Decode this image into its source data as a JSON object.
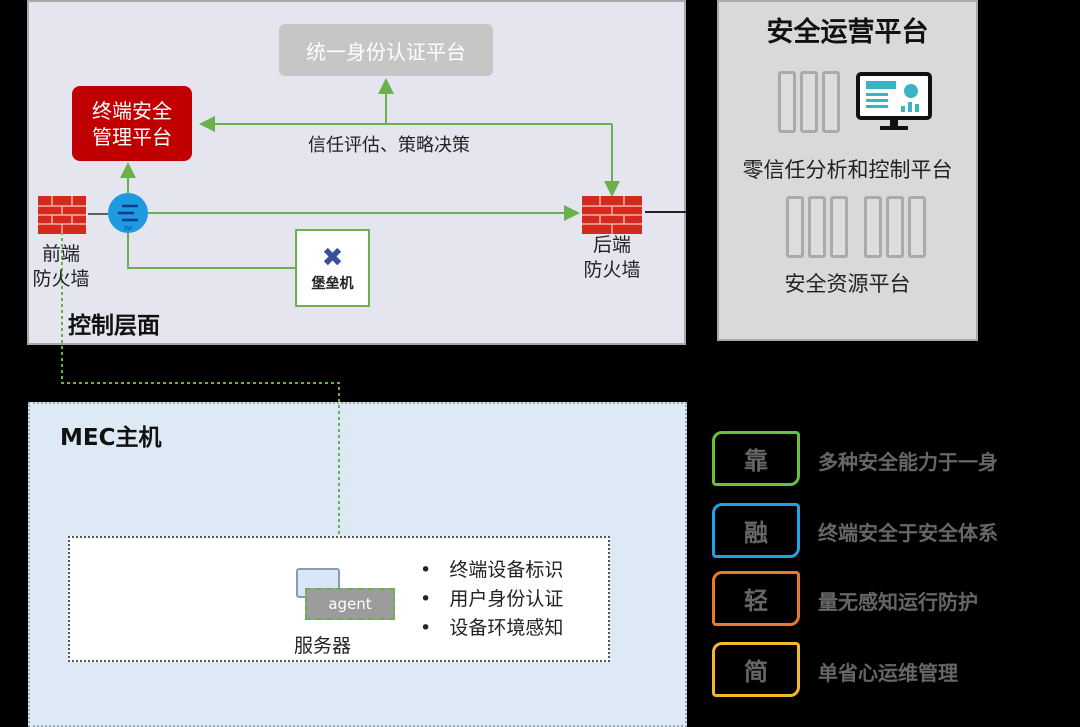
{
  "control_plane": {
    "title": "控制层面",
    "identity_platform": "统一身份认证平台",
    "endpoint_mgmt_platform": [
      "终端安全",
      "管理平台"
    ],
    "trust_label": "信任评估、策略决策",
    "front_firewall": [
      "前端",
      "防火墙"
    ],
    "back_firewall": [
      "后端",
      "防火墙"
    ],
    "bastion": "堡垒机",
    "switch_label": "SW"
  },
  "ops_platform": {
    "title": "安全运营平台",
    "zero_trust": "零信任分析和控制平台",
    "resource": "安全资源平台"
  },
  "mec": {
    "title": "MEC主机",
    "agent": "agent",
    "server": "服务器",
    "features": [
      "终端设备标识",
      "用户身份认证",
      "设备环境感知"
    ]
  },
  "legend": [
    {
      "key": "靠",
      "text": "多种安全能力于一身",
      "color": "#6abf3c"
    },
    {
      "key": "融",
      "text": "终端安全于安全体系",
      "color": "#1ca3e8"
    },
    {
      "key": "轻",
      "text": "量无感知运行防护",
      "color": "#e87a2b"
    },
    {
      "key": "简",
      "text": "单省心运维管理",
      "color": "#f5b82a"
    }
  ],
  "colors": {
    "green_line": "#6ab04c",
    "red": "#c00000"
  }
}
